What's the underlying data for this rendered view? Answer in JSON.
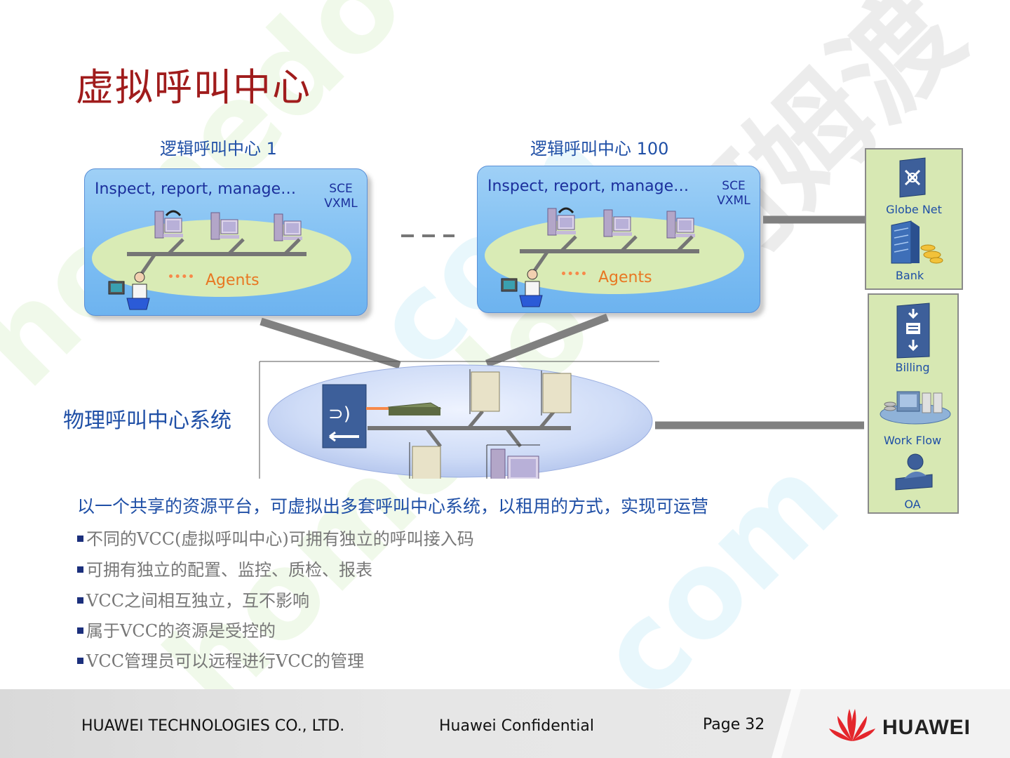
{
  "title": "虚拟呼叫中心",
  "logical_centers": [
    {
      "title": "逻辑呼叫中心 1",
      "inspect": "Inspect, report, manage…",
      "sce": "SCE",
      "vxml": "VXML",
      "agents": "Agents"
    },
    {
      "title": "逻辑呼叫中心 100",
      "inspect": "Inspect, report, manage…",
      "sce": "SCE",
      "vxml": "VXML",
      "agents": "Agents"
    }
  ],
  "physical_center_label": "物理呼叫中心系统",
  "side_panels": {
    "top": [
      "Globe Net",
      "Bank"
    ],
    "bottom": [
      "Billing",
      "Work Flow",
      "OA"
    ]
  },
  "intro": "以一个共享的资源平台，可虚拟出多套呼叫中心系统，以租用的方式，实现可运营",
  "bullets": [
    "不同的VCC(虚拟呼叫中心)可拥有独立的呼叫接入码",
    "可拥有独立的配置、监控、质检、报表",
    "VCC之间相互独立，互不影响",
    "属于VCC的资源是受控的",
    "VCC管理员可以远程进行VCC的管理"
  ],
  "footer": {
    "company": "HUAWEI TECHNOLOGIES CO., LTD.",
    "confidential": "Huawei Confidential",
    "page": "Page 32",
    "logo_text": "HUAWEI"
  },
  "watermark": {
    "text1": "homedo.com",
    "text2": "河姆渡"
  },
  "colors": {
    "title": "#a01c1c",
    "blue_text": "#1f4fa6",
    "agents": "#e87722",
    "bullet_gray": "#777777"
  }
}
